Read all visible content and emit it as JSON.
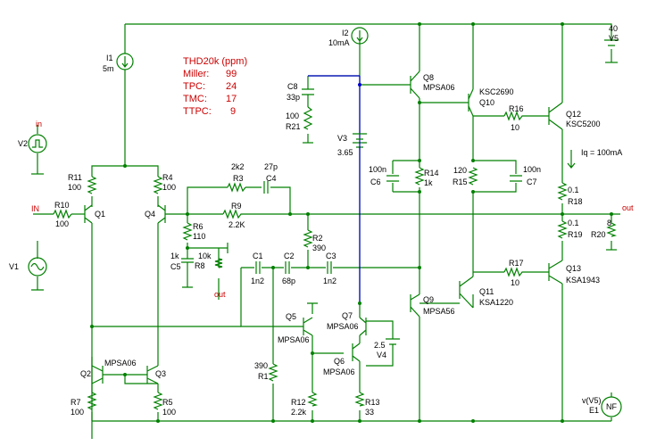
{
  "thd": {
    "title": "THD20k (ppm)",
    "rows": [
      {
        "label": "Miller:",
        "value": "99"
      },
      {
        "label": "TPC:",
        "value": "24"
      },
      {
        "label": "TMC:",
        "value": "17"
      },
      {
        "label": "TTPC:",
        "value": "9"
      }
    ]
  },
  "sources": {
    "I1": {
      "name": "I1",
      "value": "5m"
    },
    "I2": {
      "name": "I2",
      "value": "10mA"
    },
    "V1": {
      "name": "V1"
    },
    "V2": {
      "name": "V2"
    },
    "V3": {
      "name": "V3",
      "value": "3.65"
    },
    "V4": {
      "name": "V4",
      "value": "2.5"
    },
    "V5": {
      "name": "V5",
      "value": "40"
    },
    "E1": {
      "name": "E1",
      "expr": "v(V5)",
      "tag": "NF"
    }
  },
  "nets": {
    "in": "in",
    "IN": "IN",
    "out": "out",
    "out2": "out"
  },
  "iq": "Iq = 100mA",
  "resistors": {
    "R1": {
      "name": "R1",
      "value": "390"
    },
    "R2": {
      "name": "R2",
      "value": "390"
    },
    "R3": {
      "name": "R3",
      "value": "2k2"
    },
    "R4": {
      "name": "R4",
      "value": "100"
    },
    "R5": {
      "name": "R5",
      "value": "100"
    },
    "R6": {
      "name": "R6",
      "value": "110"
    },
    "R7": {
      "name": "R7",
      "value": "100"
    },
    "R8": {
      "name": "R8",
      "value": "1k"
    },
    "R9": {
      "name": "R9",
      "value": "2.2K"
    },
    "R10": {
      "name": "R10",
      "value": "100"
    },
    "R11": {
      "name": "R11",
      "value": "100"
    },
    "R12": {
      "name": "R12",
      "value": "2.2k"
    },
    "R13": {
      "name": "R13",
      "value": "33"
    },
    "R14": {
      "name": "R14",
      "value": "1k"
    },
    "R15": {
      "name": "R15",
      "value": "120"
    },
    "R16": {
      "name": "R16",
      "value": "10"
    },
    "R17": {
      "name": "R17",
      "value": "10"
    },
    "R18": {
      "name": "R18",
      "value": "0.1"
    },
    "R19": {
      "name": "R19",
      "value": "0.1"
    },
    "R20": {
      "name": "R20",
      "value": "8"
    },
    "R21": {
      "name": "R21",
      "value": "100"
    }
  },
  "capacitors": {
    "C1": {
      "name": "C1",
      "value": "1n2"
    },
    "C2": {
      "name": "C2",
      "value": "68p"
    },
    "C3": {
      "name": "C3",
      "value": "1n2"
    },
    "C4": {
      "name": "C4",
      "value": "27p"
    },
    "C5": {
      "name": "C5",
      "value": "10k"
    },
    "C6": {
      "name": "C6",
      "value": "100n"
    },
    "C7": {
      "name": "C7",
      "value": "100n"
    },
    "C8": {
      "name": "C8",
      "value": "33p"
    }
  },
  "transistors": {
    "Q1": {
      "name": "Q1"
    },
    "Q2": {
      "name": "Q2",
      "model": "MPSA06"
    },
    "Q3": {
      "name": "Q3"
    },
    "Q4": {
      "name": "Q4"
    },
    "Q5": {
      "name": "Q5",
      "model": "MPSA06"
    },
    "Q6": {
      "name": "Q6",
      "model": "MPSA06"
    },
    "Q7": {
      "name": "Q7",
      "model": "MPSA06"
    },
    "Q8": {
      "name": "Q8",
      "model": "MPSA06"
    },
    "Q9": {
      "name": "Q9",
      "model": "MPSA56"
    },
    "Q10": {
      "name": "Q10",
      "model": "KSC2690"
    },
    "Q11": {
      "name": "Q11",
      "model": "KSA1220"
    },
    "Q12": {
      "name": "Q12",
      "model": "KSC5200"
    },
    "Q13": {
      "name": "Q13",
      "model": "KSA1943"
    }
  },
  "colors": {
    "wire": "#008000",
    "bus": "#0000cc",
    "label": "#000000",
    "accent": "#cc0000"
  }
}
